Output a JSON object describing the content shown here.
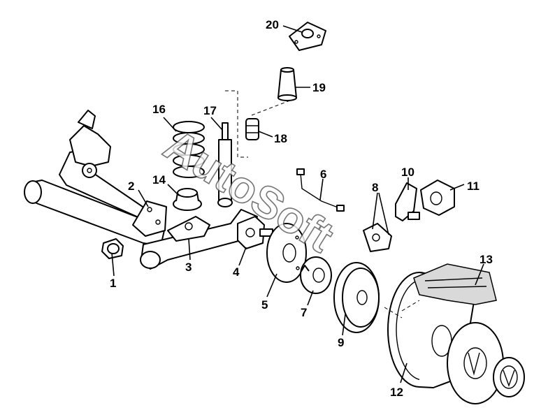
{
  "watermark": "AutoSoft",
  "callouts": [
    {
      "id": "1",
      "label": "1"
    },
    {
      "id": "2",
      "label": "2"
    },
    {
      "id": "3",
      "label": "3"
    },
    {
      "id": "4",
      "label": "4"
    },
    {
      "id": "5",
      "label": "5"
    },
    {
      "id": "6",
      "label": "6"
    },
    {
      "id": "7",
      "label": "7"
    },
    {
      "id": "8",
      "label": "8"
    },
    {
      "id": "9",
      "label": "9"
    },
    {
      "id": "10",
      "label": "10"
    },
    {
      "id": "11",
      "label": "11"
    },
    {
      "id": "12",
      "label": "12"
    },
    {
      "id": "13",
      "label": "13"
    },
    {
      "id": "14",
      "label": "14"
    },
    {
      "id": "16",
      "label": "16"
    },
    {
      "id": "17",
      "label": "17"
    },
    {
      "id": "18",
      "label": "18"
    },
    {
      "id": "19",
      "label": "19"
    },
    {
      "id": "20",
      "label": "20"
    }
  ]
}
